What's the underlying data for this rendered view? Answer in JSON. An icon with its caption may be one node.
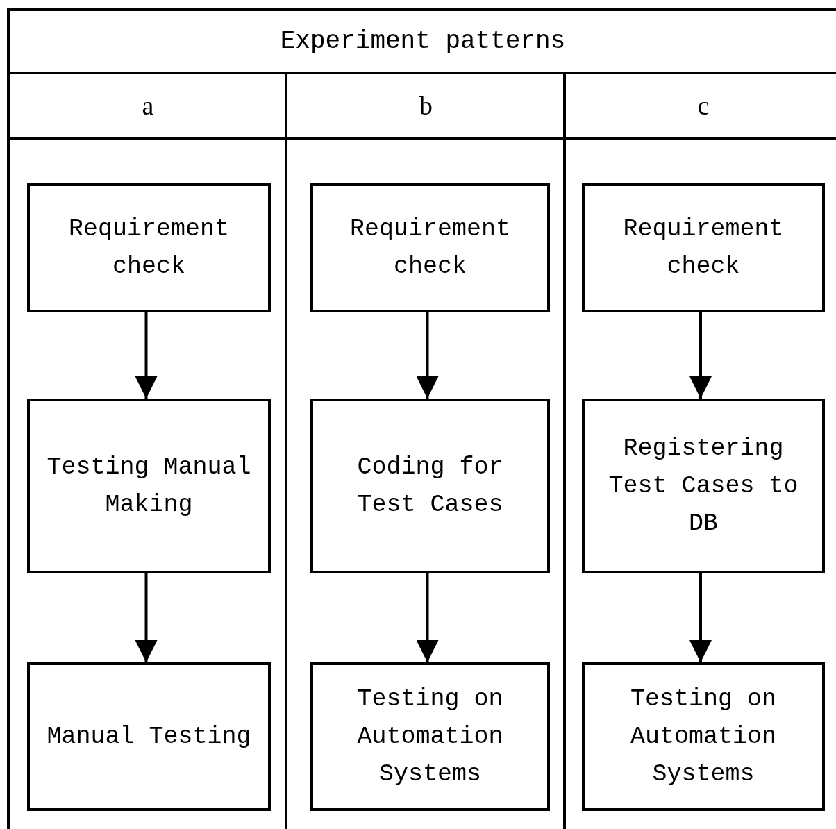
{
  "diagram": {
    "title": "Experiment patterns",
    "nodes": [
      {
        "text": [
          "a"
        ]
      },
      {
        "text": [
          "Requirement check"
        ],
        "in": 0
      },
      {
        "text": [
          "Testing Manual Making"
        ],
        "in": 0
      },
      {
        "text": [
          "Manual Testing"
        ],
        "in": 0
      },
      {
        "text": [
          "b"
        ]
      },
      {
        "text": [
          "Requirement check"
        ],
        "in": 4
      },
      {
        "text": [
          "Coding for Test Cases"
        ],
        "in": 4
      },
      {
        "text": [
          "Testing on Automation Systems"
        ],
        "in": 4
      },
      {
        "text": [
          "c"
        ]
      },
      {
        "text": [
          "Requirement check"
        ],
        "in": 8
      },
      {
        "text": [
          "Registering Test Cases to DB"
        ],
        "in": 8
      },
      {
        "text": [
          "Testing on Automation Systems"
        ],
        "in": 8
      }
    ],
    "edges": [
      {
        "from": 1,
        "to": 2,
        "arrow": "to"
      },
      {
        "from": 2,
        "to": 3,
        "arrow": "to"
      },
      {
        "from": 5,
        "to": 6,
        "arrow": "to"
      },
      {
        "from": 6,
        "to": 7,
        "arrow": "to"
      },
      {
        "from": 9,
        "to": 10,
        "arrow": "to"
      },
      {
        "from": 10,
        "to": 11,
        "arrow": "to"
      }
    ]
  }
}
